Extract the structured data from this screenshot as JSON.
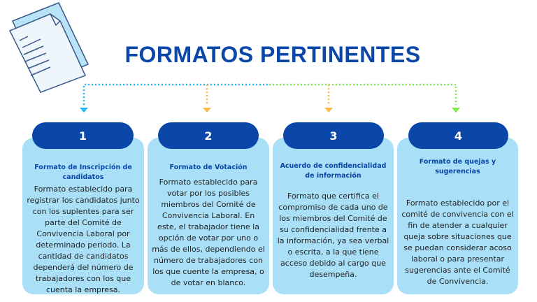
{
  "title": "FORMATOS PERTINENTES",
  "colors": {
    "primary": "#0a47a8",
    "card": "#a9dff7",
    "blue_line": "#22b8f5",
    "orange_line": "#ffb84d",
    "green_line": "#7fe84a"
  },
  "cards": [
    {
      "number": "1",
      "heading": "Formato de Inscripción de candidatos",
      "body": "Formato establecido para registrar los candidatos junto con los suplentes para ser parte del Comité de Convivencia Laboral por determinado periodo. La cantidad de candidatos dependerá del número de trabajadores con los que cuenta la empresa."
    },
    {
      "number": "2",
      "heading": "Formato de Votación",
      "body": "Formato establecido para votar por los posibles miembros del Comité de Convivencia Laboral. En este, el trabajador tiene la opción de votar por uno o más de ellos, dependiendo el número de trabajadores con los que cuente la empresa, o de votar en blanco."
    },
    {
      "number": "3",
      "heading": "Acuerdo de confidencialidad de información",
      "body": "Formato que certifica el compromiso de cada uno de los miembros del Comité de su confidencialidad frente a la información, ya sea verbal o escrita, a la que tiene acceso debido al cargo que desempeña."
    },
    {
      "number": "4",
      "heading": "Formato de quejas y sugerencias",
      "body": "Formato establecido por el comité de convivencia con el fin de atender a cualquier queja sobre situaciones que se puedan considerar acoso laboral o para presentar sugerencias ante el Comité de Convivencia."
    }
  ]
}
